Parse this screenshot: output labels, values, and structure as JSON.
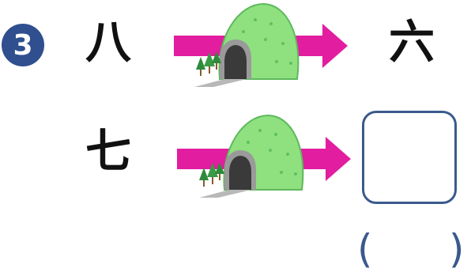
{
  "problem": {
    "number": "3",
    "row1": {
      "input": "八",
      "output": "六"
    },
    "row2": {
      "input": "七"
    },
    "reading_left_paren": "(",
    "reading_right_paren": ")"
  },
  "icons": {
    "badge": "circled-number-icon",
    "arrow": "magenta-arrow-icon",
    "tunnel": "tunnel-icon"
  },
  "colors": {
    "badge": "#2f4f8f",
    "arrow": "#e21da0",
    "hill": "#8fe07f",
    "box_border": "#3a5a8c"
  }
}
